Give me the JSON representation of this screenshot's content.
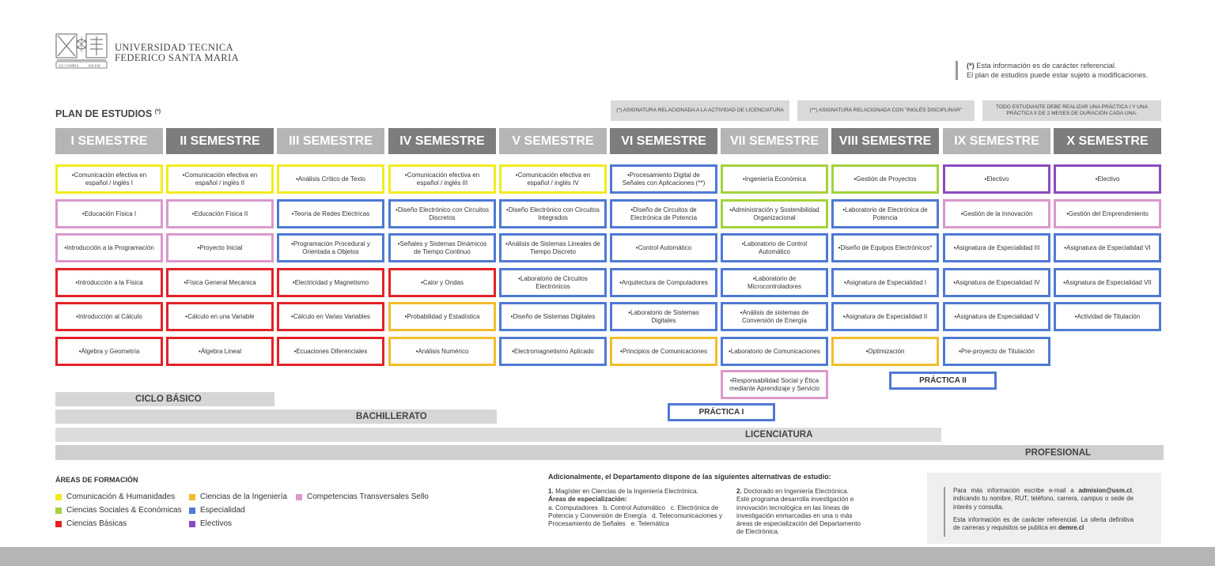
{
  "header": {
    "university_line1": "UNIVERSIDAD TECNICA",
    "university_line2": "FEDERICO SANTA MARIA",
    "logo_motto_left": "EX CAMBIA",
    "logo_motto_right": "SOLEM"
  },
  "disclaimer": {
    "mark": "(*)",
    "line1": "Esta información es de carácter referencial.",
    "line2": "El plan de estudios puede estar sujeto a modificaciones."
  },
  "plan_title": "PLAN DE ESTUDIOS",
  "plan_title_mark": "(*)",
  "notes": [
    "(*) ASIGNATURA RELACIONADA A LA ACTIVIDAD DE LICENCIATURA",
    "(**) ASIGNATURA RELACIONADA CON \"INGLÉS DISCIPLINAR\"",
    "TODO ESTUDIANTE DEBE REALIZAR UNA PRÁCTICA I Y UNA PRÁCTICA II DE 2 MESES DE DURACIÓN CADA UNA."
  ],
  "semesters": [
    {
      "title": "I SEMESTRE",
      "courses": [
        {
          "name": "•Comunicación efectiva en español / inglés I",
          "area": "com"
        },
        {
          "name": "•Educación Física I",
          "area": "tra"
        },
        {
          "name": "•Introducción a la Programación",
          "area": "tra"
        },
        {
          "name": "•Introducción a la Física",
          "area": "bas"
        },
        {
          "name": "•Introducción al Cálculo",
          "area": "bas"
        },
        {
          "name": "•Álgebra y Geometría",
          "area": "bas"
        }
      ]
    },
    {
      "title": "II SEMESTRE",
      "courses": [
        {
          "name": "•Comunicación efectiva en español / inglés II",
          "area": "com"
        },
        {
          "name": "•Educación Física II",
          "area": "tra"
        },
        {
          "name": "•Proyecto Inicial",
          "area": "tra"
        },
        {
          "name": "•Física General Mecánica",
          "area": "bas"
        },
        {
          "name": "•Cálculo en una Variable",
          "area": "bas"
        },
        {
          "name": "•Álgebra Lineal",
          "area": "bas"
        }
      ]
    },
    {
      "title": "III SEMESTRE",
      "courses": [
        {
          "name": "•Análisis Crítico de Texto",
          "area": "com"
        },
        {
          "name": "•Teoría de Redes Eléctricas",
          "area": "esp"
        },
        {
          "name": "•Programación Procedural y Orientada a Objetos",
          "area": "esp"
        },
        {
          "name": "•Electricidad y Magnetismo",
          "area": "bas"
        },
        {
          "name": "•Cálculo en Varias Variables",
          "area": "bas"
        },
        {
          "name": "•Ecuaciones Diferenciales",
          "area": "bas"
        }
      ]
    },
    {
      "title": "IV SEMESTRE",
      "courses": [
        {
          "name": "•Comunicación efectiva en español / inglés III",
          "area": "com"
        },
        {
          "name": "•Diseño Electrónico con Circuitos Discretos",
          "area": "esp"
        },
        {
          "name": "•Señales y Sistemas Dinámicos de Tiempo Continuo",
          "area": "esp"
        },
        {
          "name": "•Calor y Ondas",
          "area": "bas"
        },
        {
          "name": "•Probabilidad y Estadística",
          "area": "ing"
        },
        {
          "name": "•Análisis Numérico",
          "area": "ing"
        }
      ]
    },
    {
      "title": "V SEMESTRE",
      "courses": [
        {
          "name": "•Comunicación efectiva en español / inglés IV",
          "area": "com"
        },
        {
          "name": "•Diseño Electrónico con Circuitos Integrados",
          "area": "esp"
        },
        {
          "name": "•Análisis de Sistemas Lineales de Tiempo Discreto",
          "area": "esp"
        },
        {
          "name": "•Laboratorio de Circuitos Electrónicos",
          "area": "esp"
        },
        {
          "name": "•Diseño de Sistemas Digitales",
          "area": "esp"
        },
        {
          "name": "•Electromagnetismo Aplicado",
          "area": "esp"
        }
      ]
    },
    {
      "title": "VI SEMESTRE",
      "courses": [
        {
          "name": "•Procesamiento Digital de Señales con Aplicaciones (**)",
          "area": "esp"
        },
        {
          "name": "•Diseño de Circuitos de Electrónica de Potencia",
          "area": "esp"
        },
        {
          "name": "•Control Automático",
          "area": "esp"
        },
        {
          "name": "•Arquitectura de Computadores",
          "area": "esp"
        },
        {
          "name": "•Laboratorio de Sistemas Digitales",
          "area": "esp"
        },
        {
          "name": "•Principios de Comunicaciones",
          "area": "ing"
        }
      ]
    },
    {
      "title": "VII SEMESTRE",
      "courses": [
        {
          "name": "•Ingeniería Económica",
          "area": "soc"
        },
        {
          "name": "•Administración y Sostenibilidad Organizacional",
          "area": "soc"
        },
        {
          "name": "•Laboratorio de Control Automático",
          "area": "esp"
        },
        {
          "name": "•Laboratorio de Microcontroladores",
          "area": "esp"
        },
        {
          "name": "•Análisis de sistemas de Conversión de Energía",
          "area": "esp"
        },
        {
          "name": "•Laboratorio de Comunicaciones",
          "area": "esp"
        },
        {
          "name": "•Responsabilidad Social y Ética mediante Aprendizaje y Servicio",
          "area": "tra"
        }
      ]
    },
    {
      "title": "VIII SEMESTRE",
      "courses": [
        {
          "name": "•Gestión de Proyectos",
          "area": "soc"
        },
        {
          "name": "•Laboratorio de Electrónica de Potencia",
          "area": "esp"
        },
        {
          "name": "•Diseño de Equipos Electrónicos*",
          "area": "esp"
        },
        {
          "name": "•Asignatura de Especialidad I",
          "area": "esp"
        },
        {
          "name": "•Asignatura de Especialidad II",
          "area": "esp"
        },
        {
          "name": "•Optimización",
          "area": "ing"
        }
      ]
    },
    {
      "title": "IX SEMESTRE",
      "courses": [
        {
          "name": "•Electivo",
          "area": "ele"
        },
        {
          "name": "•Gestión de la Innovación",
          "area": "tra"
        },
        {
          "name": "•Asignatura de Especialidad III",
          "area": "esp"
        },
        {
          "name": "•Asignatura de Especialidad IV",
          "area": "esp"
        },
        {
          "name": "•Asignatura de Especialidad V",
          "area": "esp"
        },
        {
          "name": "•Pre-proyecto de Titulación",
          "area": "esp"
        }
      ]
    },
    {
      "title": "X SEMESTRE",
      "courses": [
        {
          "name": "•Electivo",
          "area": "ele"
        },
        {
          "name": "•Gestión del Emprendimiento",
          "area": "tra"
        },
        {
          "name": "•Asignatura de Especialidad VI",
          "area": "esp"
        },
        {
          "name": "•Asignatura de Especialidad VII",
          "area": "esp"
        },
        {
          "name": "•Actividad de Titulación",
          "area": "esp"
        }
      ]
    }
  ],
  "practicas": {
    "practica_1": "PRÁCTICA I",
    "practica_2": "PRÁCTICA II"
  },
  "cycles": {
    "basico": "CICLO BÁSICO",
    "bachillerato": "BACHILLERATO",
    "licenciatura": "LICENCIATURA",
    "profesional": "PROFESIONAL"
  },
  "areas": {
    "title": "ÁREAS DE FORMACIÓN",
    "items": [
      {
        "label": "Comunicación & Humanidades",
        "color": "#f1ec1f"
      },
      {
        "label": "Ciencias Sociales & Económicas",
        "color": "#a4d23c"
      },
      {
        "label": "Ciencias Básicas",
        "color": "#e32228"
      },
      {
        "label": "Ciencias de la Ingeniería",
        "color": "#f2bd2d"
      },
      {
        "label": "Especialidad",
        "color": "#4f79d4"
      },
      {
        "label": "Electivos",
        "color": "#8a4bbf"
      },
      {
        "label": "Competencias Transversales Sello",
        "color": "#dc98cc"
      }
    ]
  },
  "additional": {
    "title": "Adicionalmente, el Departamento dispone de las siguientes alternativas de estudio:",
    "opt1_num": "1.",
    "opt1_text": "Magíster en Ciencias de la Ingeniería Electrónica.",
    "opt1_areas_title": "Áreas de especialización:",
    "opt1_line1": "a. Computadores   b. Control Automático   c. Electrónica de",
    "opt1_line2": "Potencia y Conversión de Energía   d. Telecomunicaciones y",
    "opt1_line3": "Procesamiento de Señales   e. Telemática",
    "opt2_num": "2.",
    "opt2_text": "Doctorado en Ingeniería Electrónica.",
    "opt2_line1": "Este programa desarrolla investigación e",
    "opt2_line2": "innovación tecnológica en las líneas de",
    "opt2_line3": "investigación enmarcadas en una o más",
    "opt2_line4": "áreas de especialización del Departamento",
    "opt2_line5": "de Electrónica."
  },
  "info": {
    "p1_a": "Para más información escribe e-mail a ",
    "email": "admision@usm.cl",
    "p1_b": ", indicando tu nombre, RUT, teléfono, carrera, campus o sede de interés y consulta.",
    "p2_a": "Esta información es de carácter referencial. La oferta definitiva de carreras y requisitos se publica en ",
    "site": "demre.cl"
  }
}
